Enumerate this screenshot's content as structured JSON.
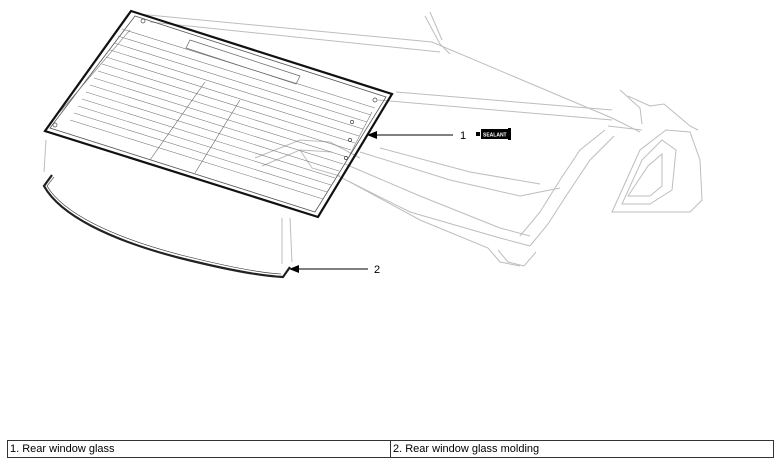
{
  "callouts": [
    {
      "number": "1"
    },
    {
      "number": "2"
    }
  ],
  "sealant_icon": {
    "text": "SEALANT"
  },
  "legend": {
    "items": [
      {
        "text": "1. Rear window glass"
      },
      {
        "text": "2. Rear window glass molding"
      }
    ]
  }
}
